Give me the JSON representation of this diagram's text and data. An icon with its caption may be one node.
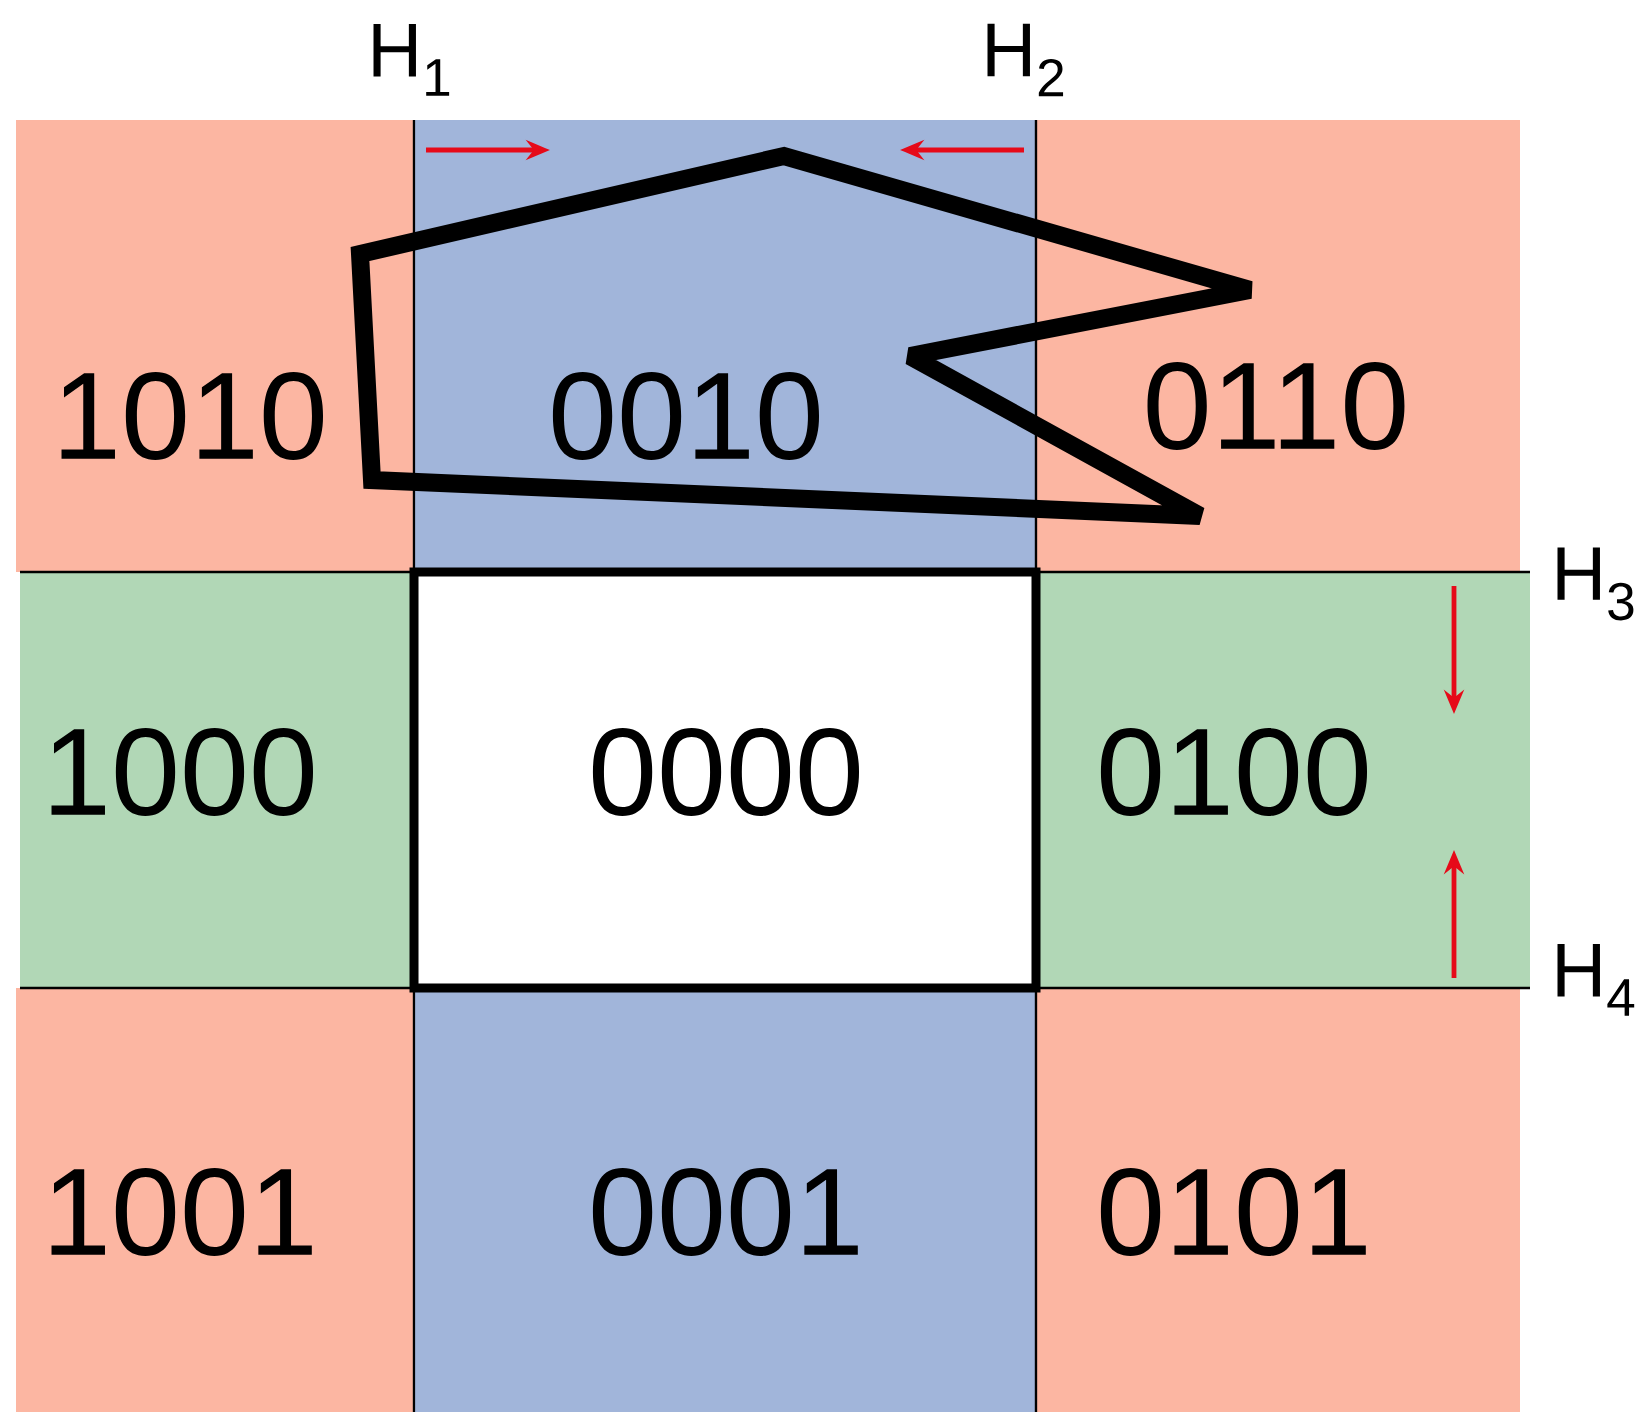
{
  "diagram": {
    "nodes": [
      {
        "text": [
          "1010"
        ]
      },
      {
        "text": [
          "0010"
        ]
      },
      {
        "text": [
          "0110"
        ]
      },
      {
        "text": [
          "1000"
        ]
      },
      {
        "text": [
          "0000"
        ]
      },
      {
        "text": [
          "0100"
        ]
      },
      {
        "text": [
          "1001"
        ]
      },
      {
        "text": [
          "0001"
        ]
      },
      {
        "text": [
          "0101"
        ]
      }
    ],
    "edges": [],
    "labels": [
      "H$_{1}$",
      "H$_{2}$",
      "H$_{3}$",
      "H$_{4}$"
    ]
  }
}
